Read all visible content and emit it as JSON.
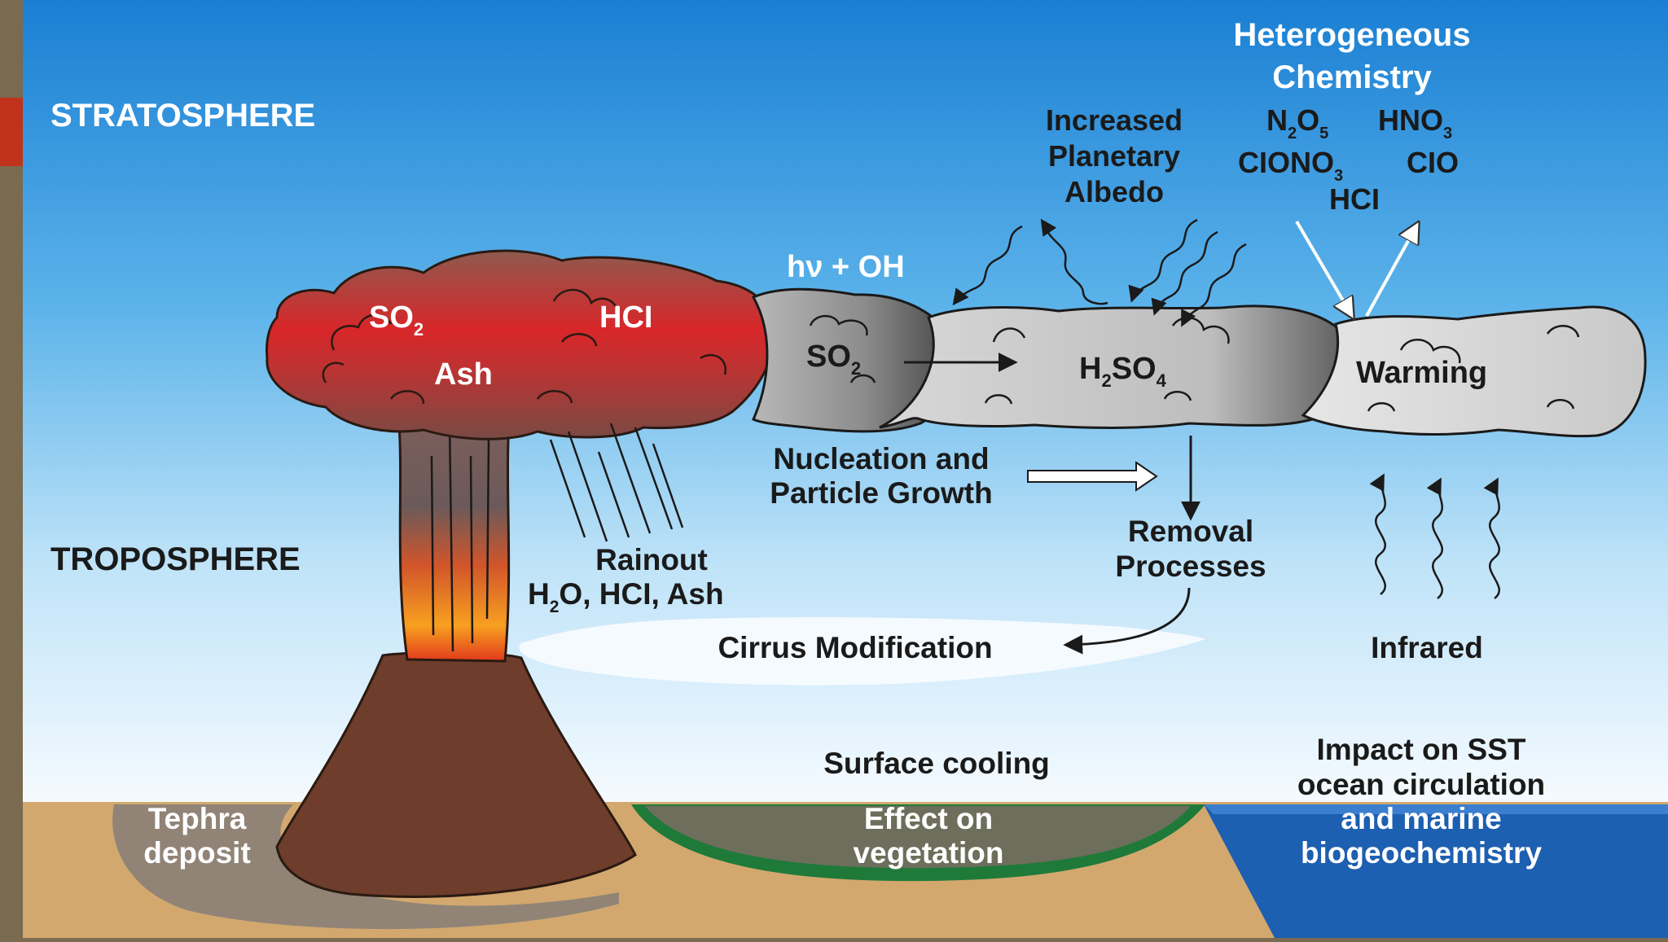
{
  "layers": {
    "stratosphere": "STRATOSPHERE",
    "troposphere": "TROPOSPHERE"
  },
  "plume": {
    "so2": [
      "SO",
      "2"
    ],
    "hcl": "HCI",
    "ash": "Ash"
  },
  "cloud": {
    "so2": [
      "SO",
      "2"
    ],
    "h2so4": [
      "H",
      "2",
      "SO",
      "4"
    ],
    "warming": "Warming"
  },
  "labels": {
    "hv_oh": "hν + OH",
    "albedo": [
      "Increased",
      "Planetary",
      "Albedo"
    ],
    "hetero": [
      "Heterogeneous",
      "Chemistry"
    ],
    "n2o5": [
      "N",
      "2",
      "O",
      "5"
    ],
    "hno3": [
      "HNO",
      "3"
    ],
    "clono3": [
      "CIONO",
      "3"
    ],
    "clo": "CIO",
    "hcl2": "HCI",
    "nucleation": [
      "Nucleation and",
      "Particle Growth"
    ],
    "removal": [
      "Removal",
      "Processes"
    ],
    "rainout": "Rainout",
    "rainout_species": [
      "H",
      "2",
      "O, HCI, Ash"
    ],
    "cirrus": "Cirrus Modification",
    "infrared": "Infrared",
    "surface_cooling": "Surface cooling",
    "sst": [
      "Impact on SST",
      "ocean circulation",
      "and marine",
      "biogeochemistry"
    ],
    "vegetation": [
      "Effect on",
      "vegetation"
    ],
    "tephra": [
      "Tephra",
      "deposit"
    ]
  },
  "colors": {
    "sky_top": "#1f86d6",
    "sky_bottom": "#f4fbff",
    "ground": "#d1a870",
    "ocean": "#1d5fb0",
    "vegetation": "#1f7a3a",
    "plume_red": "#d42a2a",
    "volcano": "#6e3d2c",
    "cloud_gray": "#c9c9c9",
    "slide_accent": "#c1321c",
    "slide_bar": "#7a6a4f"
  }
}
